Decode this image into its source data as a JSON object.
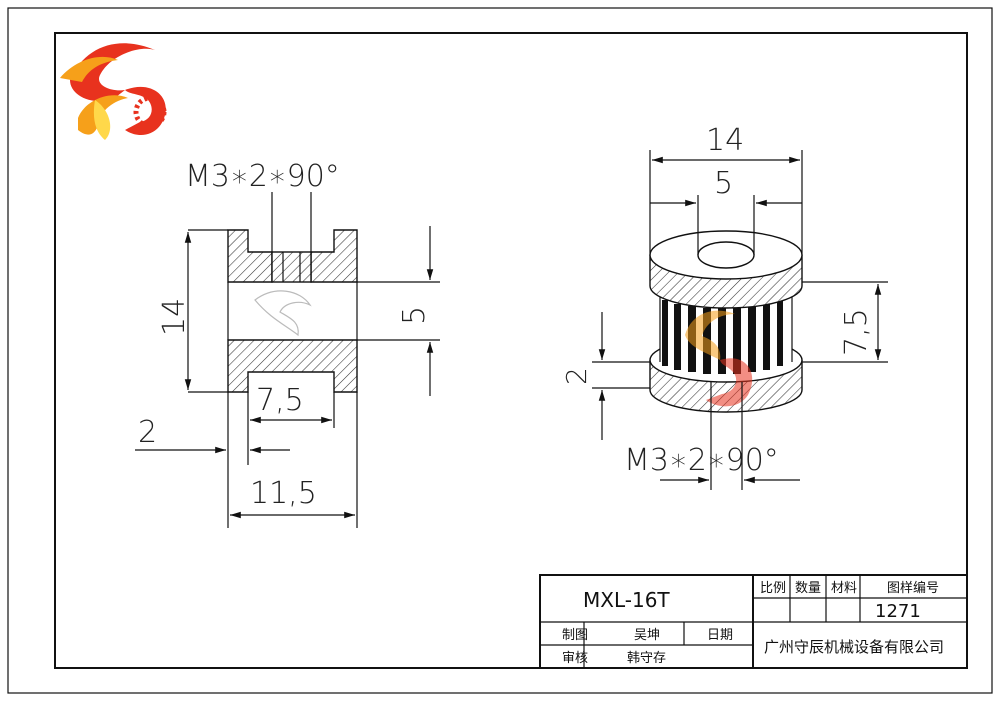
{
  "colors": {
    "hatch": "#333333",
    "logo_red": "#e8321e",
    "logo_orange": "#f6a01a",
    "logo_yellow": "#ffd84a",
    "line": "#111111"
  },
  "logo": {
    "icon": "sc-dragon-logo"
  },
  "front_view": {
    "thread_label": "M3∗2∗90°",
    "height": "14",
    "bore": "5",
    "tooth_width": "7,5",
    "flange": "2",
    "width": "11,5"
  },
  "iso_view": {
    "outer_dia": "14",
    "bore": "5",
    "tooth_width": "7,5",
    "flange": "2",
    "thread_label": "M3∗2∗90°"
  },
  "title_block": {
    "part_name": "MXL-16T",
    "scale_label": "比例",
    "quantity_label": "数量",
    "material_label": "材料",
    "drawing_no_label": "图样编号",
    "drawing_no": "1271",
    "drawn_label": "制图",
    "drawn_by": "吴坤",
    "date_label": "日期",
    "checked_label": "审核",
    "checked_by": "韩守存",
    "company": "广州守辰机械设备有限公司"
  }
}
